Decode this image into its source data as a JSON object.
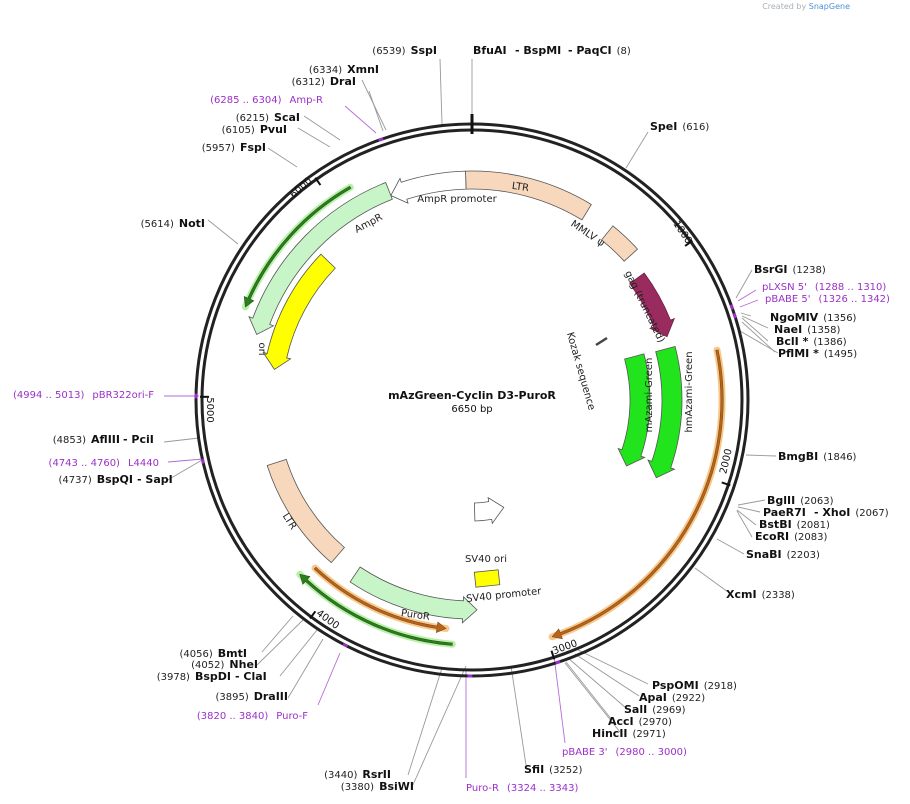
{
  "credit": {
    "prefix": "Created by",
    "brand": "SnapGene"
  },
  "plasmid": {
    "name": "mAzGreen-Cyclin D3-PuroR",
    "length": "6650 bp"
  },
  "ticks": [
    "1000",
    "2000",
    "3000",
    "4000",
    "5000",
    "6000"
  ],
  "features": [
    {
      "name": "LTR",
      "label": "LTR",
      "color": "#f8d8bc"
    },
    {
      "name": "mmlv",
      "label": "MMLV ψ",
      "color": "#f8d8bc"
    },
    {
      "name": "gag",
      "label": "gag (truncated)",
      "color": "#9a2b5f"
    },
    {
      "name": "kozak",
      "label": "Kozak sequence",
      "color": "#444444"
    },
    {
      "name": "mazami",
      "label": "mAzami-Green",
      "color": "#22e41c"
    },
    {
      "name": "hmazami",
      "label": "hmAzami-Green",
      "color": "#22e41c"
    },
    {
      "name": "sv40ori",
      "label": "SV40 ori",
      "color": "#ffff00"
    },
    {
      "name": "sv40prom",
      "label": "SV40 promoter",
      "color": "#ffffff"
    },
    {
      "name": "puror",
      "label": "PuroR",
      "color": "#c8f5c8"
    },
    {
      "name": "ltr2",
      "label": "LTR",
      "color": "#f8d8bc"
    },
    {
      "name": "ori",
      "label": "ori",
      "color": "#ffff00"
    },
    {
      "name": "ampr",
      "label": "AmpR",
      "color": "#c8f5c8"
    },
    {
      "name": "amprprom",
      "label": "AmpR promoter",
      "color": "#ffffff"
    }
  ],
  "sites": [
    {
      "num": "(6539)",
      "name": "SspI"
    },
    {
      "name": "BfuAI",
      "num": ""
    },
    {
      "name": "- BspMI",
      "num": ""
    },
    {
      "name": "- PaqCI",
      "num": "(8)"
    },
    {
      "num": "(6334)",
      "name": "XmnI"
    },
    {
      "num": "(6312)",
      "name": "DraI"
    },
    {
      "num": "(6215)",
      "name": "ScaI"
    },
    {
      "num": "(6105)",
      "name": "PvuI"
    },
    {
      "num": "(5957)",
      "name": "FspI"
    },
    {
      "num": "(5614)",
      "name": "NotI"
    },
    {
      "name": "SpeI",
      "num": "(616)"
    },
    {
      "name": "BsrGI",
      "num": "(1238)"
    },
    {
      "name": "NgoMIV",
      "num": "(1356)"
    },
    {
      "name": "NaeI",
      "num": "(1358)"
    },
    {
      "name": "BclI *",
      "num": "(1386)"
    },
    {
      "name": "PflMI *",
      "num": "(1495)"
    },
    {
      "name": "BmgBI",
      "num": "(1846)"
    },
    {
      "name": "BglII",
      "num": "(2063)"
    },
    {
      "name": "PaeR7I",
      "num": ""
    },
    {
      "name": "- XhoI",
      "num": "(2067)"
    },
    {
      "name": "BstBI",
      "num": "(2081)"
    },
    {
      "name": "EcoRI",
      "num": "(2083)"
    },
    {
      "name": "SnaBI",
      "num": "(2203)"
    },
    {
      "name": "XcmI",
      "num": "(2338)"
    },
    {
      "name": "PspOMI",
      "num": "(2918)"
    },
    {
      "name": "ApaI",
      "num": "(2922)"
    },
    {
      "name": "SalI",
      "num": "(2969)"
    },
    {
      "name": "AccI",
      "num": "(2970)"
    },
    {
      "name": "HincII",
      "num": "(2971)"
    },
    {
      "name": "SfiI",
      "num": "(3252)"
    },
    {
      "num": "(3440)",
      "name": "RsrII"
    },
    {
      "num": "(3380)",
      "name": "BsiWI"
    },
    {
      "num": "(4853)",
      "name": "AflIII"
    },
    {
      "name": "- PciI",
      "num": ""
    },
    {
      "num": "(4737)",
      "name": "BspQI"
    },
    {
      "name": "- SapI",
      "num": ""
    },
    {
      "num": "(4056)",
      "name": "BmtI"
    },
    {
      "num": "(4052)",
      "name": "NheI"
    },
    {
      "num": "(3978)",
      "name": "BspDI"
    },
    {
      "name": "- ClaI",
      "num": ""
    },
    {
      "num": "(3895)",
      "name": "DraIII"
    }
  ],
  "primers": [
    {
      "range": "(6285 .. 6304)",
      "name": "Amp-R"
    },
    {
      "name": "pLXSN 5'",
      "range": "(1288 .. 1310)"
    },
    {
      "name": "pBABE 5'",
      "range": "(1326 .. 1342)"
    },
    {
      "range": "(4994 .. 5013)",
      "name": "pBR322ori-F"
    },
    {
      "range": "(4743 .. 4760)",
      "name": "L4440"
    },
    {
      "range": "(3820 .. 3840)",
      "name": "Puro-F"
    },
    {
      "name": "Puro-R",
      "range": "(3324 .. 3343)"
    },
    {
      "name": "pBABE 3'",
      "range": "(2980 .. 3000)"
    }
  ]
}
